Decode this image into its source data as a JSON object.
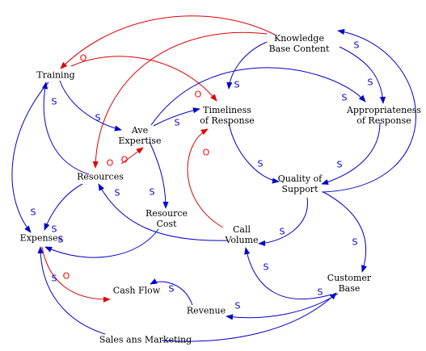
{
  "colors": {
    "same": "#0000cc",
    "opposite": "#dd0000",
    "text": "#000000",
    "background": "#ffffff"
  },
  "nodes": {
    "training": {
      "lines": [
        "Training"
      ]
    },
    "knowledge_base": {
      "lines": [
        "Knowledge",
        "Base Content"
      ]
    },
    "ave_expertise": {
      "lines": [
        "Ave",
        "Expertise"
      ]
    },
    "timeliness": {
      "lines": [
        "Timeliness",
        "of Response"
      ]
    },
    "appropriateness": {
      "lines": [
        "Appropriateness",
        "of Response"
      ]
    },
    "resources": {
      "lines": [
        "Resources"
      ]
    },
    "quality": {
      "lines": [
        "Quality of",
        "Support"
      ]
    },
    "resource_cost": {
      "lines": [
        "Resource",
        "Cost"
      ]
    },
    "call_volume": {
      "lines": [
        "Call",
        "Volume"
      ]
    },
    "expenses": {
      "lines": [
        "Expenses"
      ]
    },
    "customer_base": {
      "lines": [
        "Customer",
        "Base"
      ]
    },
    "cash_flow": {
      "lines": [
        "Cash Flow"
      ]
    },
    "revenue": {
      "lines": [
        "Revenue"
      ]
    },
    "sales_marketing": {
      "lines": [
        "Sales ans Marketing"
      ]
    }
  },
  "links": [
    {
      "from": "knowledge_base",
      "to": "training",
      "polarity": "O"
    },
    {
      "from": "training",
      "to": "timeliness",
      "polarity": "O"
    },
    {
      "from": "knowledge_base",
      "to": "resources",
      "polarity": "O"
    },
    {
      "from": "knowledge_base",
      "to": "timeliness",
      "polarity": "S"
    },
    {
      "from": "knowledge_base",
      "to": "appropriateness",
      "polarity": "S"
    },
    {
      "from": "quality",
      "to": "knowledge_base",
      "polarity": "S"
    },
    {
      "from": "training",
      "to": "ave_expertise",
      "polarity": "S"
    },
    {
      "from": "training",
      "to": "expenses",
      "polarity": "S"
    },
    {
      "from": "resources",
      "to": "training",
      "polarity": "S"
    },
    {
      "from": "resources",
      "to": "ave_expertise",
      "polarity": "O"
    },
    {
      "from": "resources",
      "to": "expenses",
      "polarity": "S"
    },
    {
      "from": "ave_expertise",
      "to": "timeliness",
      "polarity": "S"
    },
    {
      "from": "ave_expertise",
      "to": "appropriateness",
      "polarity": "S"
    },
    {
      "from": "ave_expertise",
      "to": "resource_cost",
      "polarity": "S"
    },
    {
      "from": "timeliness",
      "to": "quality",
      "polarity": "S"
    },
    {
      "from": "appropriateness",
      "to": "quality",
      "polarity": "S"
    },
    {
      "from": "quality",
      "to": "call_volume",
      "polarity": "S"
    },
    {
      "from": "quality",
      "to": "customer_base",
      "polarity": "S"
    },
    {
      "from": "call_volume",
      "to": "timeliness",
      "polarity": "O"
    },
    {
      "from": "call_volume",
      "to": "resources",
      "polarity": "S"
    },
    {
      "from": "resource_cost",
      "to": "expenses",
      "polarity": "S"
    },
    {
      "from": "customer_base",
      "to": "call_volume",
      "polarity": "S"
    },
    {
      "from": "customer_base",
      "to": "revenue",
      "polarity": "S"
    },
    {
      "from": "revenue",
      "to": "cash_flow",
      "polarity": "S"
    },
    {
      "from": "expenses",
      "to": "cash_flow",
      "polarity": "O"
    },
    {
      "from": "sales_marketing",
      "to": "expenses",
      "polarity": "S"
    },
    {
      "from": "sales_marketing",
      "to": "customer_base",
      "polarity": "S"
    }
  ]
}
